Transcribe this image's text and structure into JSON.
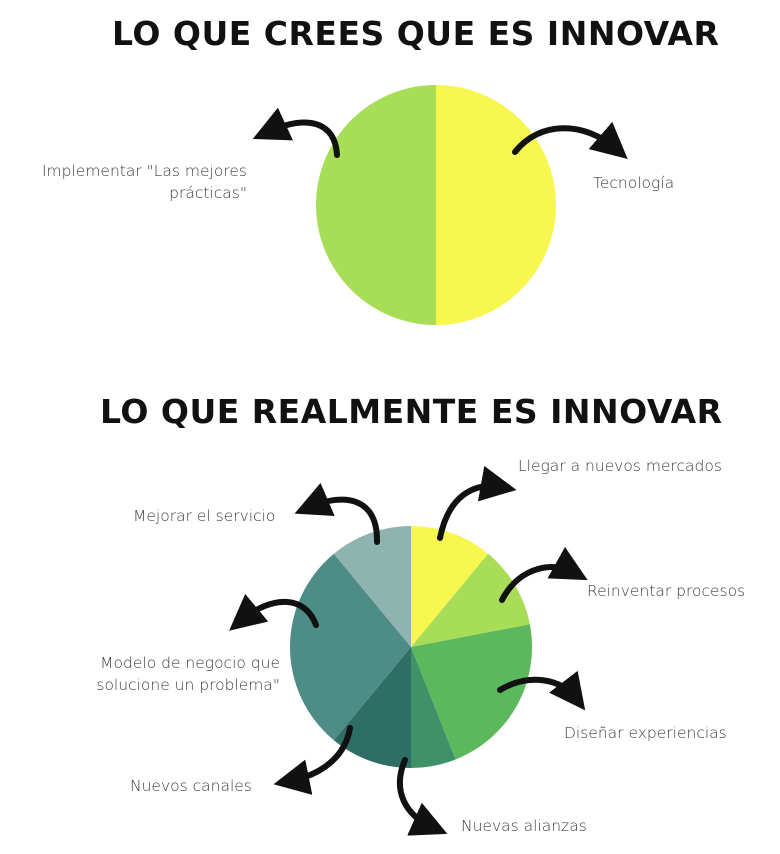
{
  "chart_data": [
    {
      "type": "pie",
      "title": "LO QUE CREES QUE ES INNOVAR",
      "slices": [
        {
          "label": "Tecnología",
          "value": 50,
          "color": "#f7f74f"
        },
        {
          "label": "Implementar \"Las mejores prácticas\"",
          "value": 50,
          "color": "#a8dd57"
        }
      ]
    },
    {
      "type": "pie",
      "title": "LO QUE REALMENTE ES INNOVAR",
      "slices": [
        {
          "label": "Llegar a nuevos mercados",
          "value": 11,
          "color": "#f7f74f"
        },
        {
          "label": "Reinventar procesos",
          "value": 11,
          "color": "#a8dd57"
        },
        {
          "label": "Diseñar experiencias",
          "value": 22,
          "color": "#5cb85c"
        },
        {
          "label": "Nuevas alianzas",
          "value": 6,
          "color": "#3f9267"
        },
        {
          "label": "Nuevos canales",
          "value": 11,
          "color": "#2e6e64"
        },
        {
          "label": "Modelo de negocio que solucione un problema\"",
          "value": 28,
          "color": "#4e8c86"
        },
        {
          "label": "Mejorar el servicio",
          "value": 11,
          "color": "#8fb3ae"
        }
      ]
    }
  ],
  "labels1": {
    "left_line1": "Implementar \"Las mejores",
    "left_line2": "prácticas\"",
    "right": "Tecnología"
  },
  "labels2": {
    "mercados": "Llegar a nuevos mercados",
    "procesos": "Reinventar procesos",
    "experiencias": "Diseñar experiencias",
    "alianzas": "Nuevas alianzas",
    "canales": "Nuevos canales",
    "modelo_line1": "Modelo de negocio que",
    "modelo_line2": "solucione un problema\"",
    "servicio": "Mejorar el servicio"
  },
  "arrow_icon": "curved-arrow-icon"
}
